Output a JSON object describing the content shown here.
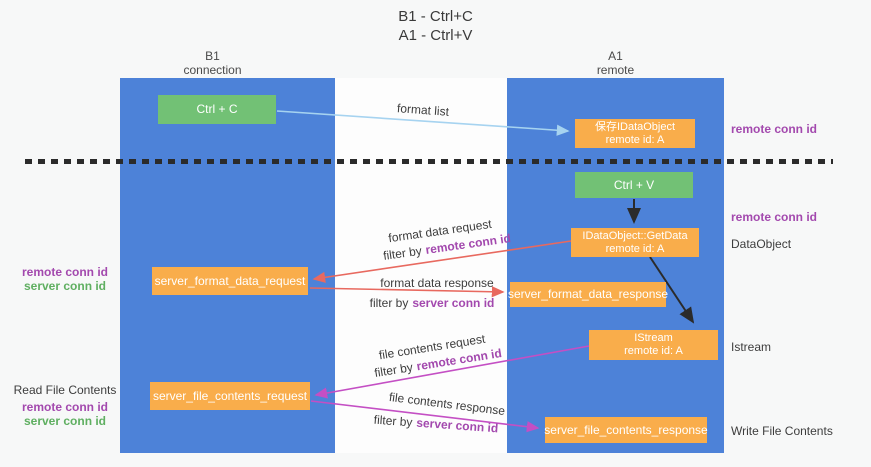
{
  "title": {
    "line1": "B1 - Ctrl+C",
    "line2": "A1 - Ctrl+V"
  },
  "lanes": {
    "left": {
      "name": "B1",
      "subtitle": "connection"
    },
    "right": {
      "name": "A1",
      "subtitle": "remote"
    }
  },
  "nodes": {
    "ctrl_c": "Ctrl + C",
    "ctrl_v": "Ctrl + V",
    "save_dataobject": {
      "line1": "保存IDataObject",
      "line2": "remote id: A"
    },
    "getdata": {
      "line1": "IDataObject::GetData",
      "line2": "remote id: A"
    },
    "istream": {
      "line1": "IStream",
      "line2": "remote id: A"
    },
    "format_request": "server_format_data_request",
    "format_response": "server_format_data_response",
    "file_request": "server_file_contents_request",
    "file_response": "server_file_contents_response"
  },
  "labels": {
    "remote_conn_id": "remote conn id",
    "server_conn_id": "server conn id",
    "dataobject": "DataObject",
    "istream": "Istream",
    "read_file_contents": "Read File Contents",
    "write_file_contents": "Write File Contents",
    "filter_by": "filter by"
  },
  "arrows": {
    "format_list": "format list",
    "format_data_request": "format data request",
    "format_data_response": "format data response",
    "file_contents_request": "file contents request",
    "file_contents_response": "file contents response"
  },
  "colors": {
    "lane_blue": "#4d82d8",
    "node_orange": "#f9ad4b",
    "node_green": "#72c175",
    "arrow_salmon": "#e8695f",
    "arrow_magenta": "#c44fc4",
    "arrow_light_blue": "#a6d3f0",
    "arrow_black": "#2b2b2b",
    "text_purple": "#a349ae",
    "text_green": "#5faf61"
  }
}
